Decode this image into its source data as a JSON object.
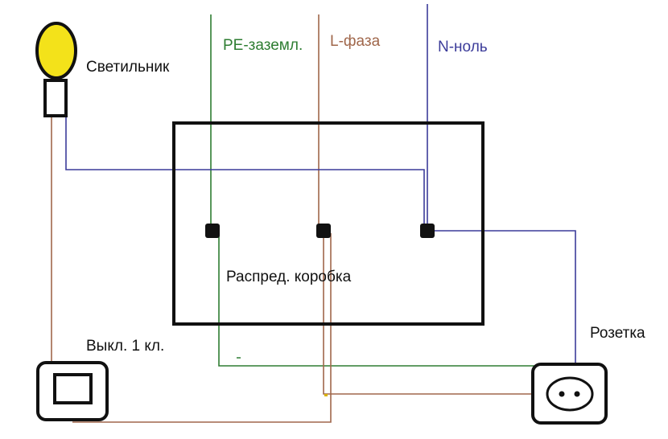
{
  "labels": {
    "lamp": "Светильник",
    "pe": "PE-заземл.",
    "l": "L-фаза",
    "n": "N-ноль",
    "box": "Распред. коробка",
    "switch": "Выкл. 1 кл.",
    "socket": "Розетка"
  },
  "colors": {
    "pe": "#2e7d32",
    "l": "#a0674b",
    "n": "#3c3c9a",
    "lamp": "#f3e21a",
    "outline": "#111111"
  }
}
